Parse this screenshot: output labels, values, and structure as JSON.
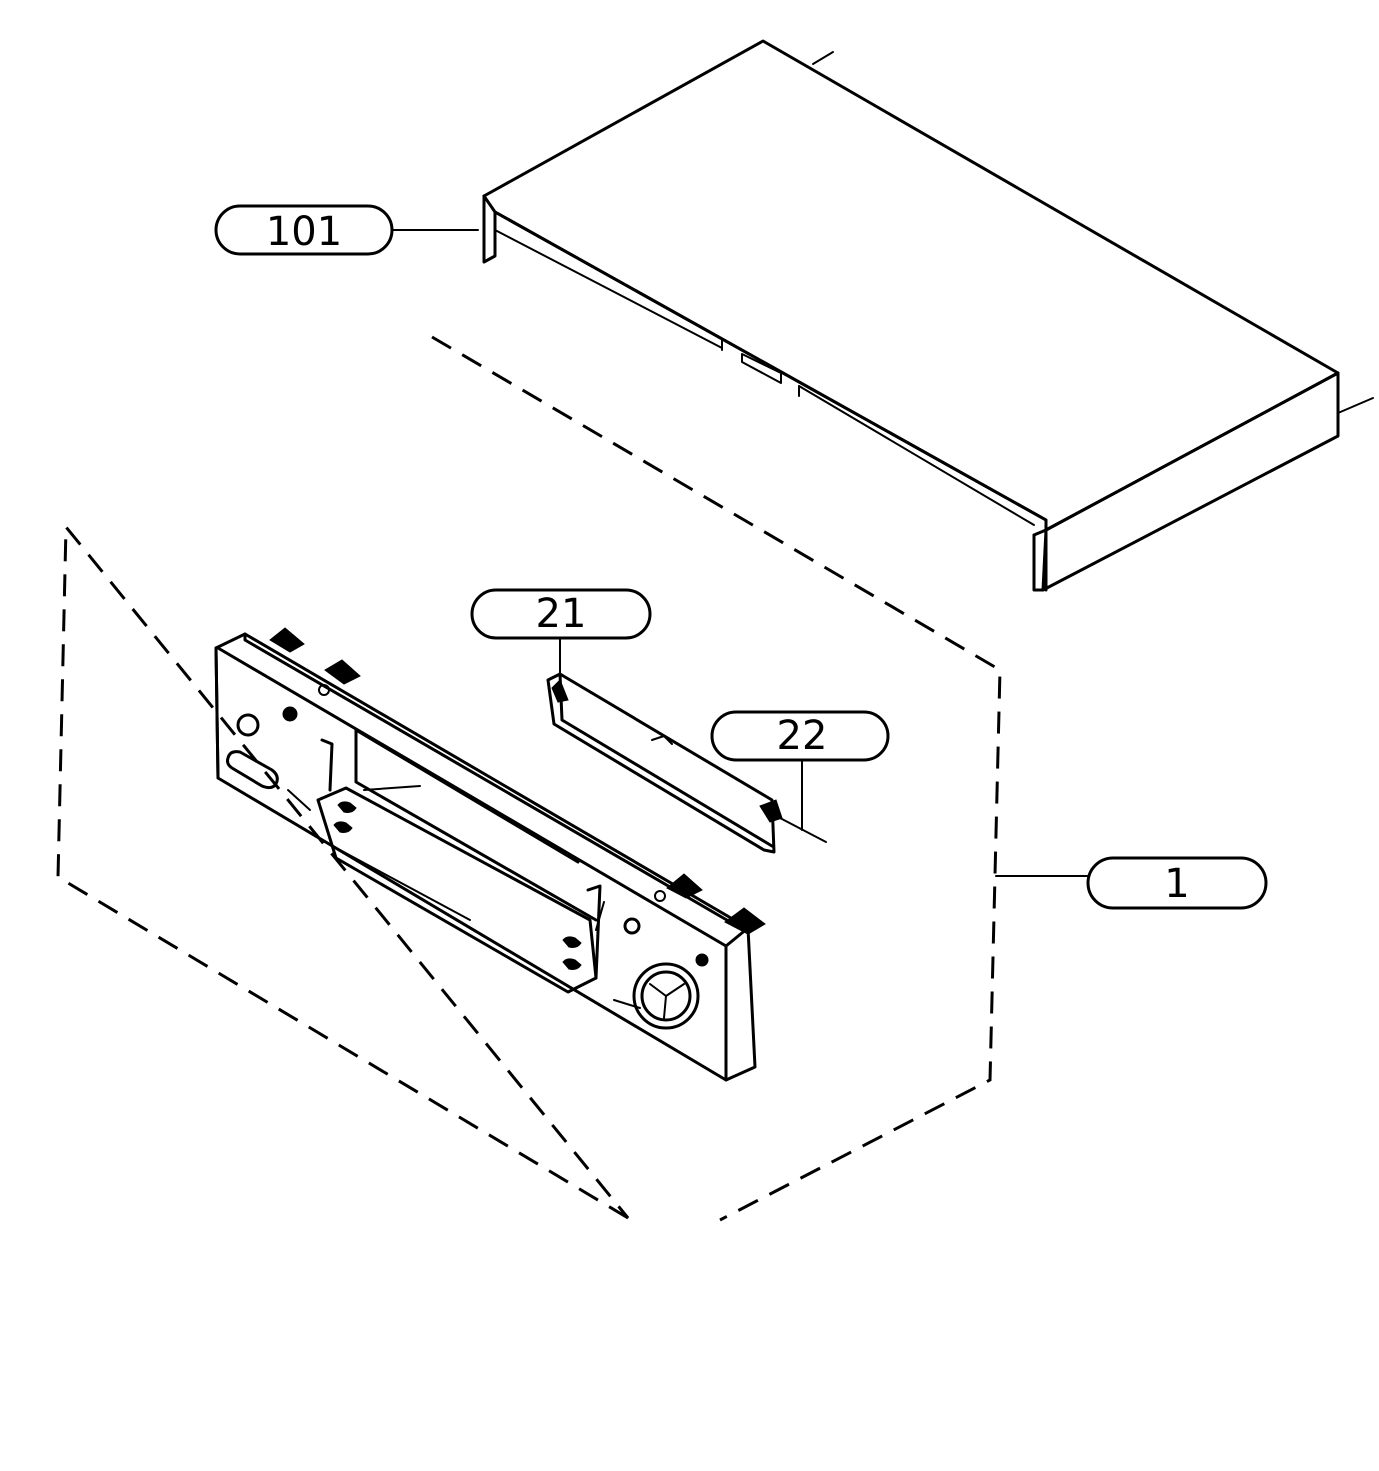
{
  "callouts": [
    {
      "id": "101",
      "label": "101"
    },
    {
      "id": "21",
      "label": "21"
    },
    {
      "id": "22",
      "label": "22"
    },
    {
      "id": "1",
      "label": "1"
    }
  ]
}
